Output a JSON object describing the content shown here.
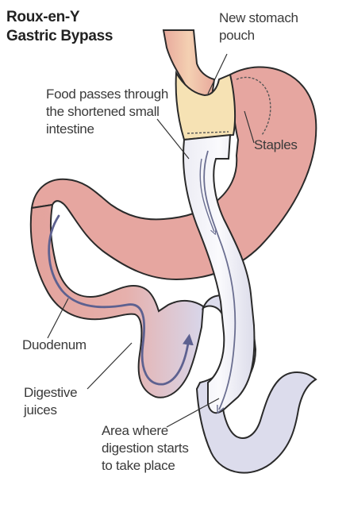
{
  "title": {
    "line1": "Roux-en-Y",
    "line2": "Gastric Bypass"
  },
  "labels": {
    "new_stomach_pouch": {
      "line1": "New stomach",
      "line2": "pouch"
    },
    "food_passes": {
      "line1": "Food passes through",
      "line2": "the shortened small",
      "line3": "intestine"
    },
    "staples": "Staples",
    "duodenum": "Duodenum",
    "digestive_juices": {
      "line1": "Digestive",
      "line2": "juices"
    },
    "digestion_area": {
      "line1": "Area where",
      "line2": "digestion starts",
      "line3": "to take place"
    }
  },
  "colors": {
    "stomach": "#e6a6a0",
    "stomach_outline": "#2a2a2a",
    "intestine_pale": "#dcdcec",
    "esophagus": "#f2c9a8",
    "pouch": "#f6e2b4",
    "arrow": "#5d6190",
    "label_text": "#3a3a3a"
  }
}
